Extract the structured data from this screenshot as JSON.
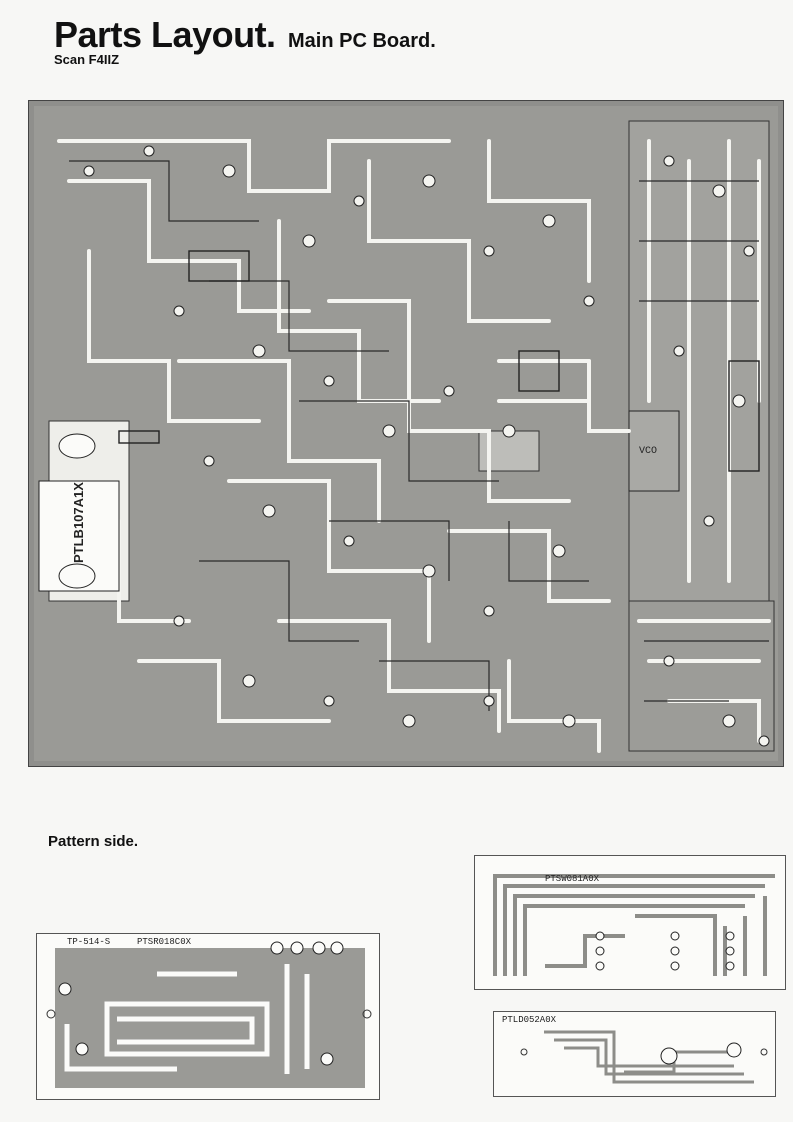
{
  "heading": {
    "title": "Parts Layout.",
    "subtitle": "Main PC Board.",
    "credit": "Scan F4IIZ"
  },
  "section": {
    "pattern_side": "Pattern side."
  },
  "main_board": {
    "transformer_label": "PTLB107A1X",
    "vco_label": "VCO"
  },
  "boards": {
    "left": {
      "code": "PTSR018C0X",
      "ref": "TP-514-S"
    },
    "top_right": {
      "code": "PTSW081A0X"
    },
    "bottom_right": {
      "code": "PTLD052A0X"
    }
  }
}
